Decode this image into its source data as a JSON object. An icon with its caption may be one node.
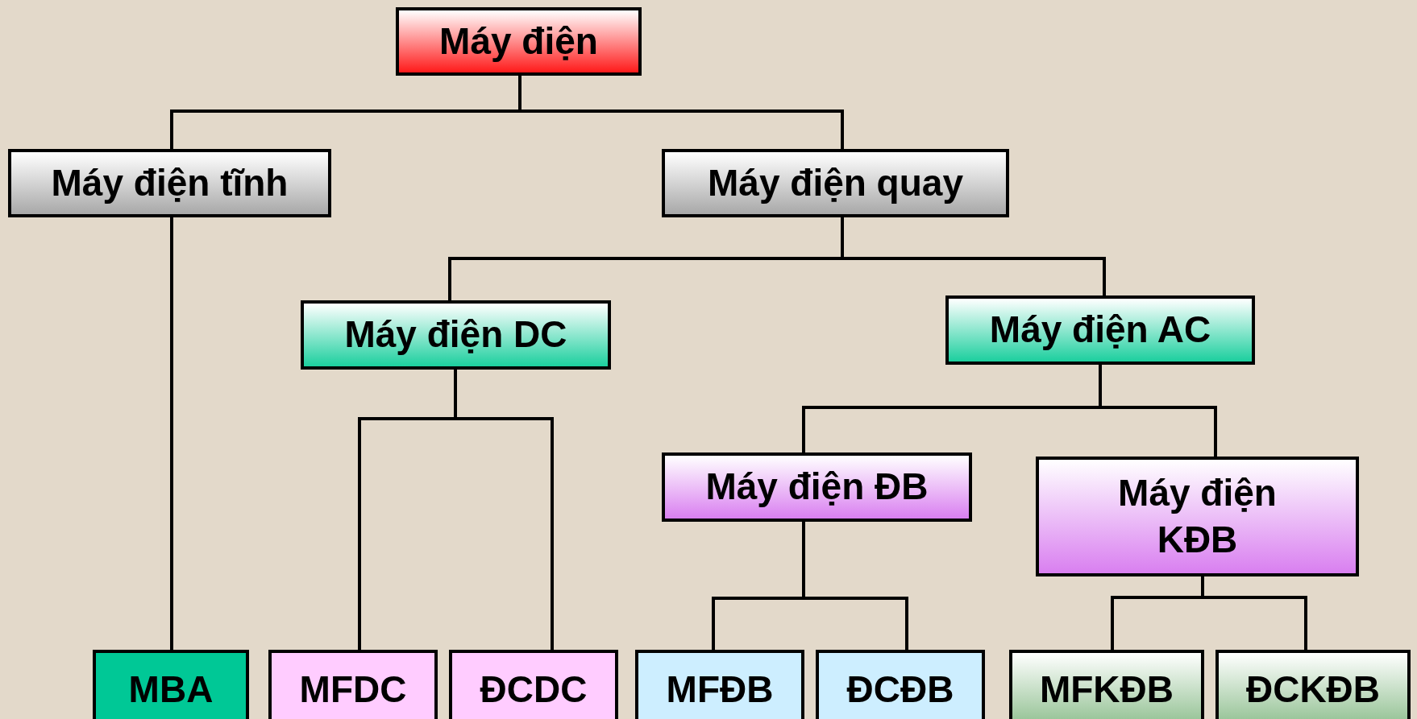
{
  "diagram": {
    "nodes": [
      {
        "text": [
          "Máy điện"
        ]
      },
      {
        "text": [
          "Máy điện tĩnh"
        ]
      },
      {
        "text": [
          "Máy điện quay"
        ]
      },
      {
        "text": [
          "Máy điện DC"
        ]
      },
      {
        "text": [
          "Máy điện AC"
        ]
      },
      {
        "text": [
          "Máy điện ĐB"
        ]
      },
      {
        "text": [
          "Máy điện KĐB"
        ]
      },
      {
        "text": [
          "MBA"
        ]
      },
      {
        "text": [
          "MFDC"
        ]
      },
      {
        "text": [
          "ĐCDC"
        ]
      },
      {
        "text": [
          "MFĐB"
        ]
      },
      {
        "text": [
          "ĐCĐB"
        ]
      },
      {
        "text": [
          "MFKĐB"
        ]
      },
      {
        "text": [
          "ĐCKĐB"
        ]
      }
    ],
    "edges": [
      {
        "from": 0,
        "to": 1,
        "arrow": "none"
      },
      {
        "from": 0,
        "to": 2,
        "arrow": "none"
      },
      {
        "from": 1,
        "to": 7,
        "arrow": "none"
      },
      {
        "from": 2,
        "to": 3,
        "arrow": "none"
      },
      {
        "from": 2,
        "to": 4,
        "arrow": "none"
      },
      {
        "from": 3,
        "to": 8,
        "arrow": "none"
      },
      {
        "from": 3,
        "to": 9,
        "arrow": "none"
      },
      {
        "from": 4,
        "to": 5,
        "arrow": "none"
      },
      {
        "from": 4,
        "to": 6,
        "arrow": "none"
      },
      {
        "from": 5,
        "to": 10,
        "arrow": "none"
      },
      {
        "from": 5,
        "to": 11,
        "arrow": "none"
      },
      {
        "from": 6,
        "to": 12,
        "arrow": "none"
      },
      {
        "from": 6,
        "to": 13,
        "arrow": "none"
      }
    ]
  }
}
